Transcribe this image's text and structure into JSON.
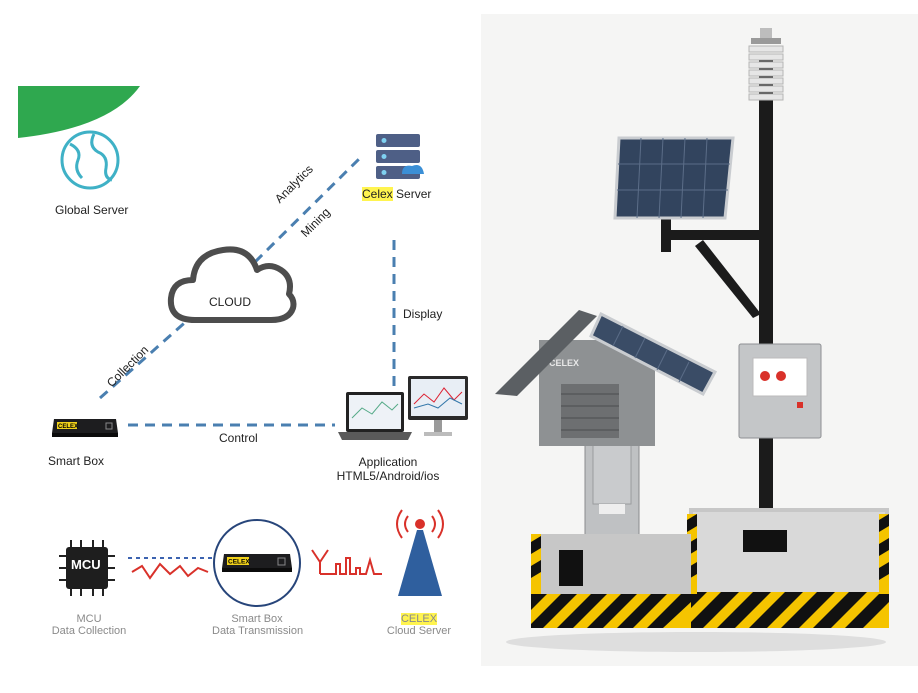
{
  "diagram": {
    "global_server": "Global Server",
    "celex_server_brand": "Celex",
    "celex_server_rest": " Server",
    "analytics": "Analytics",
    "mining": "Mining",
    "cloud": "CLOUD",
    "display": "Display",
    "collection": "Collection",
    "smart_box": "Smart Box",
    "control": "Control",
    "application_line1": "Application",
    "application_line2": "HTML5/Android/ios",
    "device_brand": "CELEX"
  },
  "pipeline": {
    "mcu_chip": "MCU",
    "mcu_line1": "MCU",
    "mcu_line2": "Data Collection",
    "box_line1": "Smart Box",
    "box_line2": "Data Transmission",
    "cloud_brand": "CELEX",
    "cloud_line2": "Cloud Server"
  },
  "photo": {
    "cabinet_brand": "CELEX"
  },
  "colors": {
    "dash_blue": "#4a7fb0",
    "accent_green": "#2fa84f",
    "highlight": "#fff44f",
    "tower_blue": "#2f5f9e",
    "signal_red": "#d9312a"
  }
}
